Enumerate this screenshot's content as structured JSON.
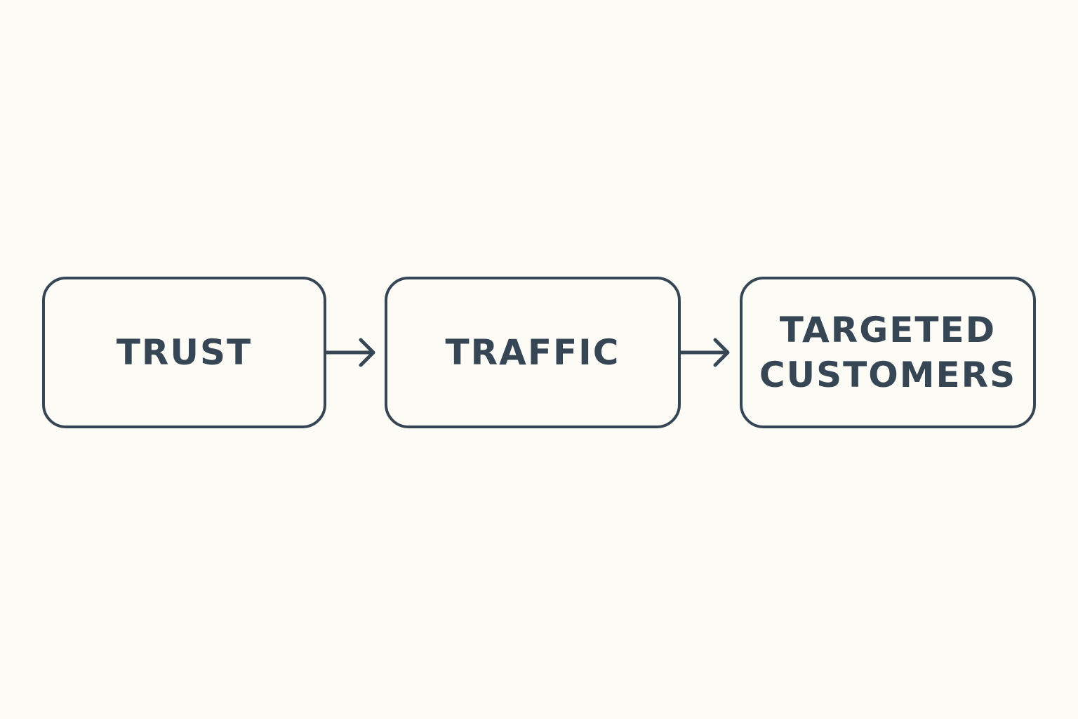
{
  "colors": {
    "background": "#fdfbf6",
    "stroke": "#364655",
    "text": "#364655"
  },
  "diagram": {
    "nodes": [
      {
        "id": "trust",
        "lines": [
          "TRUST"
        ]
      },
      {
        "id": "traffic",
        "lines": [
          "TRAFFIC"
        ]
      },
      {
        "id": "targeted-customers",
        "lines": [
          "TARGETED",
          "CUSTOMERS"
        ]
      }
    ],
    "edges": [
      {
        "from": "trust",
        "to": "traffic"
      },
      {
        "from": "traffic",
        "to": "targeted-customers"
      }
    ]
  }
}
